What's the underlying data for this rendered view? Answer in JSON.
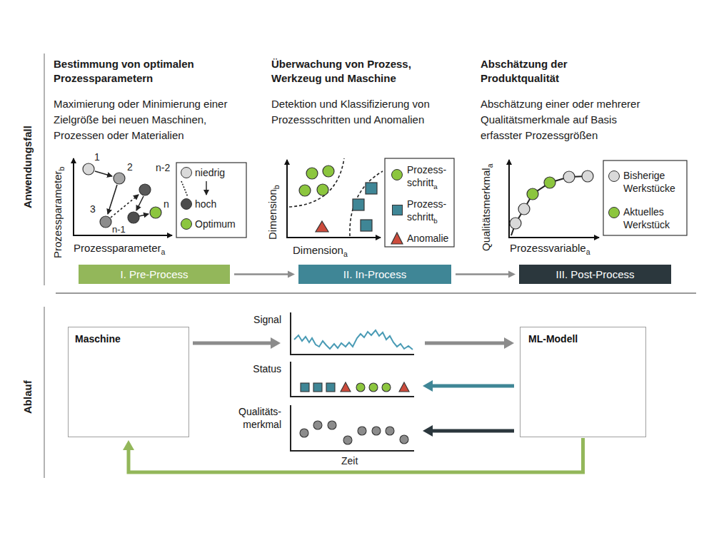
{
  "diagram": {
    "nodes": [
      {
        "text": [
          "I. Pre-Process"
        ]
      },
      {
        "text": [
          "II. In-Process"
        ]
      },
      {
        "text": [
          "III. Post-Process"
        ]
      },
      {
        "text": [
          "Maschine"
        ]
      },
      {
        "text": [
          "Signal"
        ]
      },
      {
        "text": [
          "Status"
        ]
      },
      {
        "text": [
          "Qualitäts- merkmal"
        ]
      },
      {
        "text": [
          "ML-Modell"
        ]
      }
    ],
    "edges": [
      {
        "from": 0,
        "to": 1,
        "arrow": "to"
      },
      {
        "from": 1,
        "to": 2,
        "arrow": "to"
      },
      {
        "from": 3,
        "to": 4,
        "arrow": "to"
      },
      {
        "from": 4,
        "to": 7,
        "arrow": "to"
      },
      {
        "from": 7,
        "to": 5,
        "arrow": "to"
      },
      {
        "from": 7,
        "to": 6,
        "arrow": "to"
      },
      {
        "from": 7,
        "to": 3,
        "arrow": "to"
      }
    ],
    "labels": [
      "Anwendungsfall",
      "Ablauf",
      "Bestimmung von optimalen Prozessparametern",
      "Maximierung oder Minimierung einer Zielgröße bei neuen Maschinen, Prozessen oder Materialien",
      "Überwachung von Prozess, Werkzeug und Maschine",
      "Detektion und Klassifizierung von Prozessschritten und Anomalien",
      "Abschätzung der Produktqualität",
      "Abschätzung einer oder mehrerer Qualitätsmerkmale auf Basis erfasster Prozessgrößen",
      "1",
      "2",
      "3",
      "n-2",
      "n-1",
      "n",
      "Prozessparameter",
      "b",
      "Prozessparameter",
      "a",
      "Dimension",
      "b",
      "Dimension",
      "a",
      "a",
      "b",
      "Qualitätsmerkmal",
      "a",
      "Prozessvariable",
      "a",
      "Zeit"
    ],
    "legend": [
      {
        "text": "niedrig",
        "color": "#d9d9d9"
      },
      {
        "text": "hoch",
        "color": "#4d4d4d"
      },
      {
        "text": "Optimum",
        "color": "#8cc63e"
      },
      {
        "text": "Prozess- schritt",
        "color": "#8cc63e"
      },
      {
        "text": "Prozess- schritt",
        "color": "#3f8696"
      },
      {
        "text": "Anomalie",
        "color": "#cc4b3c"
      },
      {
        "text": "Bisherige Werkstücke",
        "color": "#d9d9d9"
      },
      {
        "text": "Aktuelles Werkstück",
        "color": "#8cc63e"
      }
    ]
  }
}
